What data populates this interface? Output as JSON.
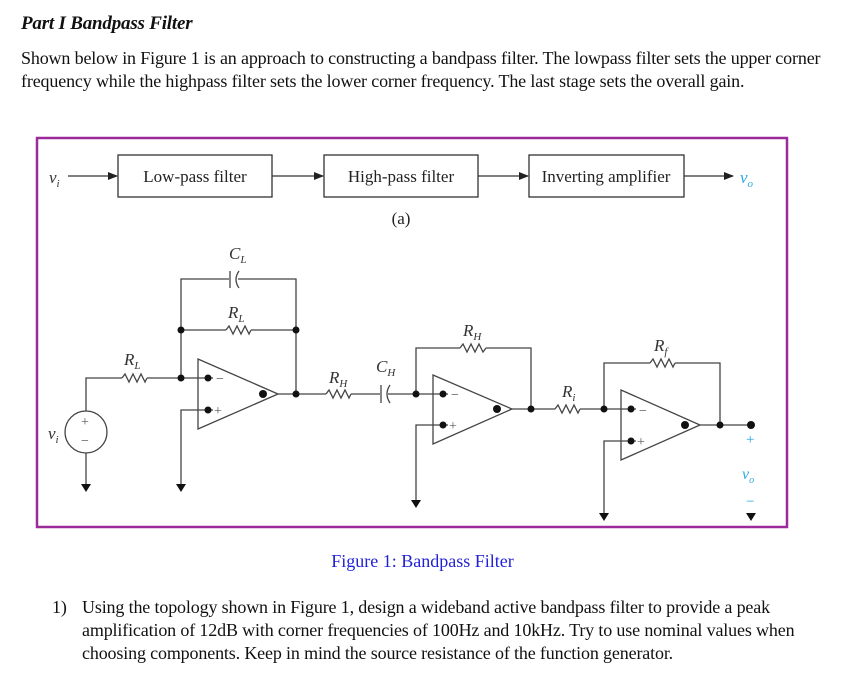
{
  "section": {
    "heading": "Part I Bandpass Filter",
    "intro": "Shown below in Figure 1 is an approach to constructing a bandpass filter. The lowpass filter sets the upper corner frequency while the highpass filter sets the lower corner frequency. The last stage sets the overall gain."
  },
  "figure": {
    "frame_color": "#9b2a9b",
    "accent_color": "#29a8e0",
    "block_diagram": {
      "input_label": "v",
      "input_sub": "i",
      "blocks": [
        "Low-pass filter",
        "High-pass filter",
        "Inverting amplifier"
      ],
      "output_label": "v",
      "output_sub": "o",
      "sublabel": "(a)"
    },
    "schematic": {
      "source": {
        "label": "v",
        "sub": "i",
        "plus": "+",
        "minus": "−"
      },
      "lowpass": {
        "input_resistor": {
          "label": "R",
          "sub": "L"
        },
        "feedback_resistor": {
          "label": "R",
          "sub": "L"
        },
        "feedback_capacitor": {
          "label": "C",
          "sub": "L"
        }
      },
      "highpass": {
        "input_resistor": {
          "label": "R",
          "sub": "H"
        },
        "input_capacitor": {
          "label": "C",
          "sub": "H"
        },
        "feedback_resistor": {
          "label": "R",
          "sub": "H"
        }
      },
      "amplifier": {
        "input_resistor": {
          "label": "R",
          "sub": "i"
        },
        "feedback_resistor": {
          "label": "R",
          "sub": "f"
        }
      },
      "opamp_minus": "−",
      "opamp_plus": "+",
      "output": {
        "label": "v",
        "sub": "o",
        "plus": "+",
        "minus": "−"
      }
    },
    "caption": "Figure 1: Bandpass Filter"
  },
  "question": {
    "number": "1)",
    "text": "Using the topology shown in Figure 1, design a wideband active bandpass filter to provide a peak amplification of 12dB with corner frequencies of 100Hz and 10kHz. Try to use nominal values when choosing components. Keep in mind the source resistance of the function generator."
  }
}
